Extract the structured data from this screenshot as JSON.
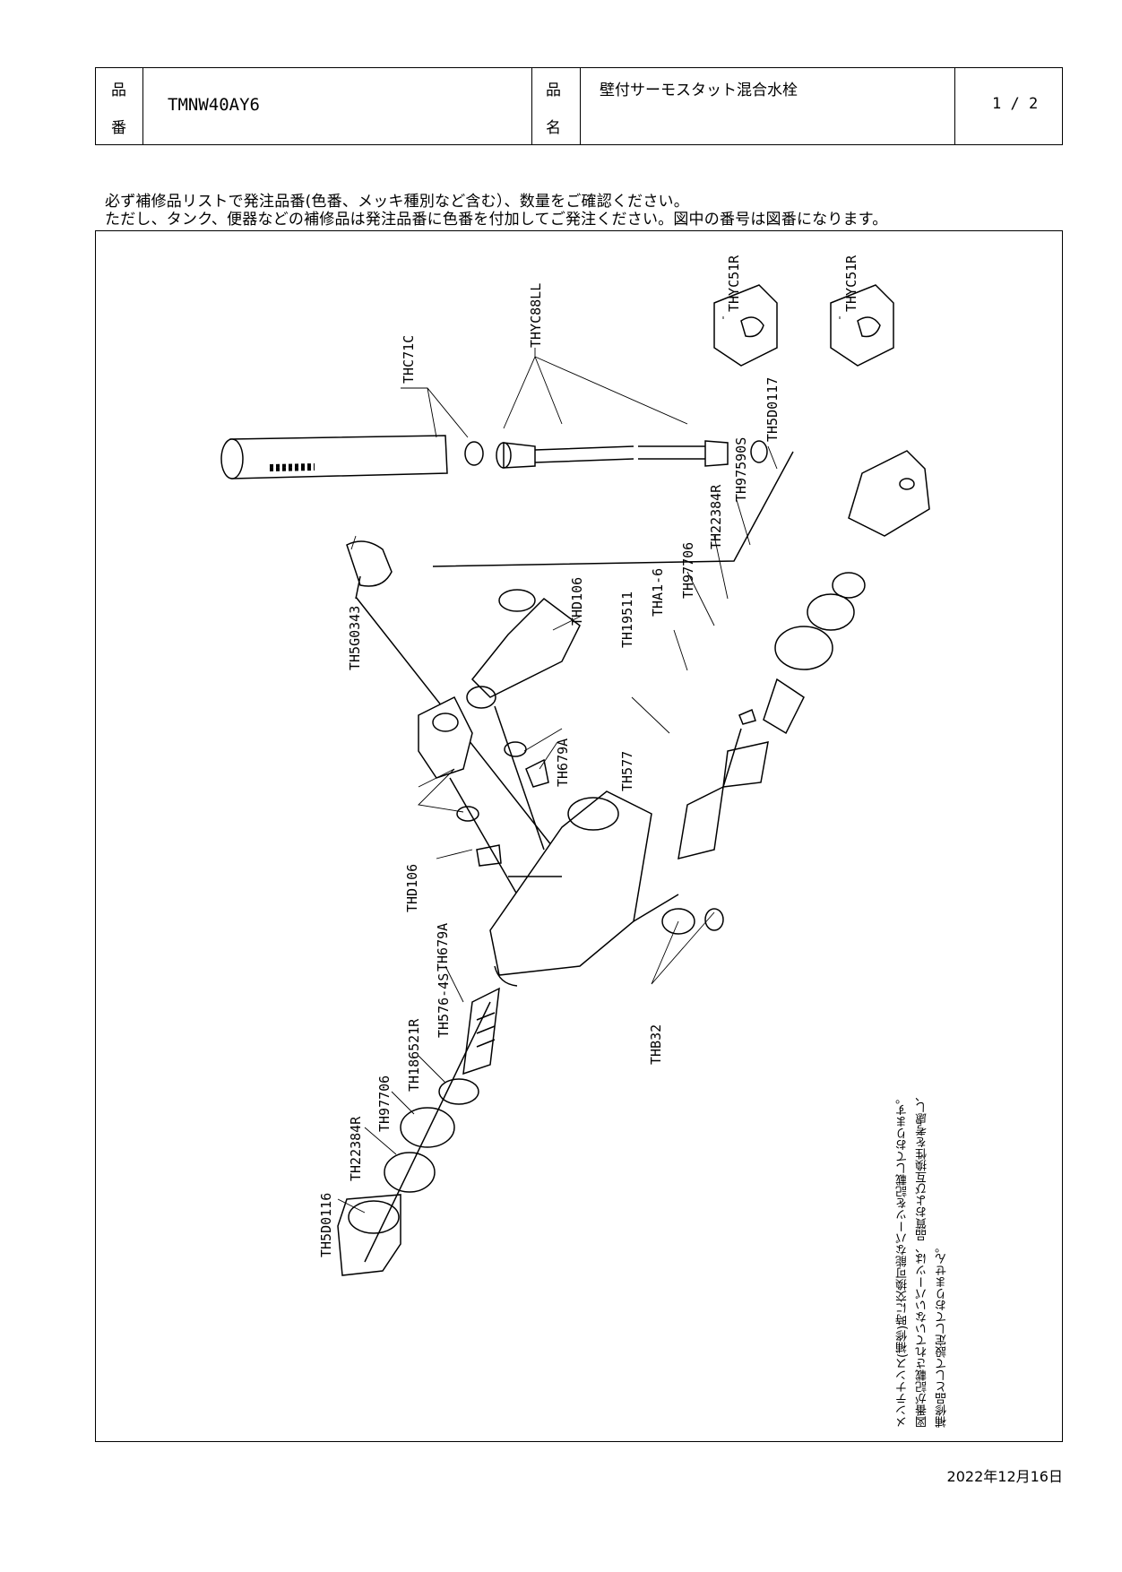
{
  "header": {
    "part_no_label_1": "品",
    "part_no_label_2": "番",
    "part_no": "TMNW40AY6",
    "name_label_1": "品",
    "name_label_2": "名",
    "name": "壁付サーモスタット混合水栓",
    "page": "1 / 2"
  },
  "notes": [
    "必ず補修品リストで発注品番(色番、メッキ種別など含む）、数量をご確認ください。",
    "ただし、タンク、便器などの補修品は発注品番に色番を付加してご発注ください。図中の番号は図番になります。"
  ],
  "parts": {
    "thyc51r_a": "THYC51R",
    "thyc51r_b": "THYC51R",
    "thyc88ll": "THYC88LL",
    "thc71c": "THC71C",
    "th5d0117": "TH5D0117",
    "th97590s": "TH97590S",
    "th22384r_a": "TH22384R",
    "th97706_a": "TH97706",
    "tha1_6": "THA1-6",
    "th19511": "TH19511",
    "thd106_a": "THD106",
    "th5g0343": "TH5G0343",
    "th679a_a": "TH679A",
    "th577": "TH577",
    "thd106_b": "THD106",
    "th679a_b": "TH679A",
    "thb32": "THB32",
    "th576_4s": "TH576-4S",
    "th186521r": "TH186521R",
    "th97706_b": "TH97706",
    "th22384r_b": "TH22384R",
    "th5d0116": "TH5D0116"
  },
  "maintenance_note": [
    "メンテナンス(補修)時に交換可能なパーツを記載しております。",
    "図番が記載されていないパーツは、品質および互換性を考慮し、",
    "補修品として設定しておりません。"
  ],
  "date": "2022年12月16日"
}
